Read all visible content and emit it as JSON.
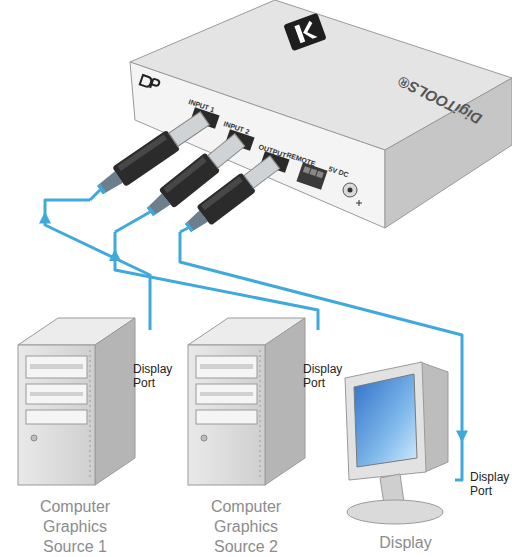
{
  "diagram": {
    "nodes": [
      {
        "text": [
          "INPUT 1",
          "INPUT 2",
          "OUTPUT",
          "REMOTE",
          "5V DC",
          "DigiTOOLS®"
        ]
      },
      {
        "text": [
          "Computer Graphics Source 1"
        ]
      },
      {
        "text": [
          "Computer Graphics Source 2"
        ]
      },
      {
        "text": [
          "Display"
        ]
      }
    ],
    "edges": [
      {
        "from": 1,
        "to": 0,
        "arrow": "to",
        "label": "Display Port"
      },
      {
        "from": 2,
        "to": 0,
        "arrow": "to",
        "label": "Display Port"
      },
      {
        "from": 0,
        "to": 3,
        "arrow": "to",
        "label": "Display Port"
      }
    ]
  }
}
